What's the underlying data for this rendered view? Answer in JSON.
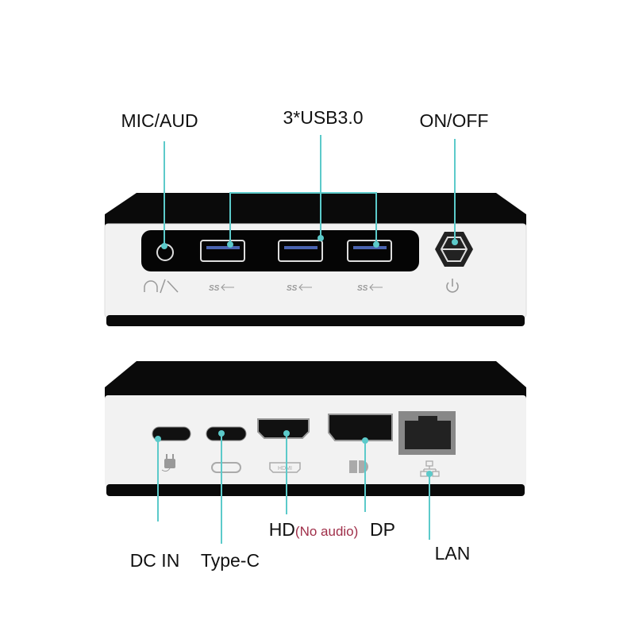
{
  "colors": {
    "callout": "#5ccaca",
    "body": "#f0f0f0",
    "case": "#0a0a0a",
    "note": "#a0304a"
  },
  "front": {
    "labels": {
      "mic": "MIC/AUD",
      "usb": "3*USB3.0",
      "power": "ON/OFF"
    },
    "icons": [
      "headphone-mic-icon",
      "usb-ss-icon",
      "usb-ss-icon",
      "usb-ss-icon",
      "power-icon"
    ],
    "usb_icon_text": "SS"
  },
  "back": {
    "labels": {
      "dc": "DC IN",
      "typec": "Type-C",
      "hd": "HD",
      "hd_note": "(No audio)",
      "dp": "DP",
      "lan": "LAN"
    },
    "hdmi_icon_text": "HDMI",
    "icons": [
      "power-plug-icon",
      "type-c-icon",
      "hdmi-icon",
      "displayport-icon",
      "network-icon"
    ]
  }
}
